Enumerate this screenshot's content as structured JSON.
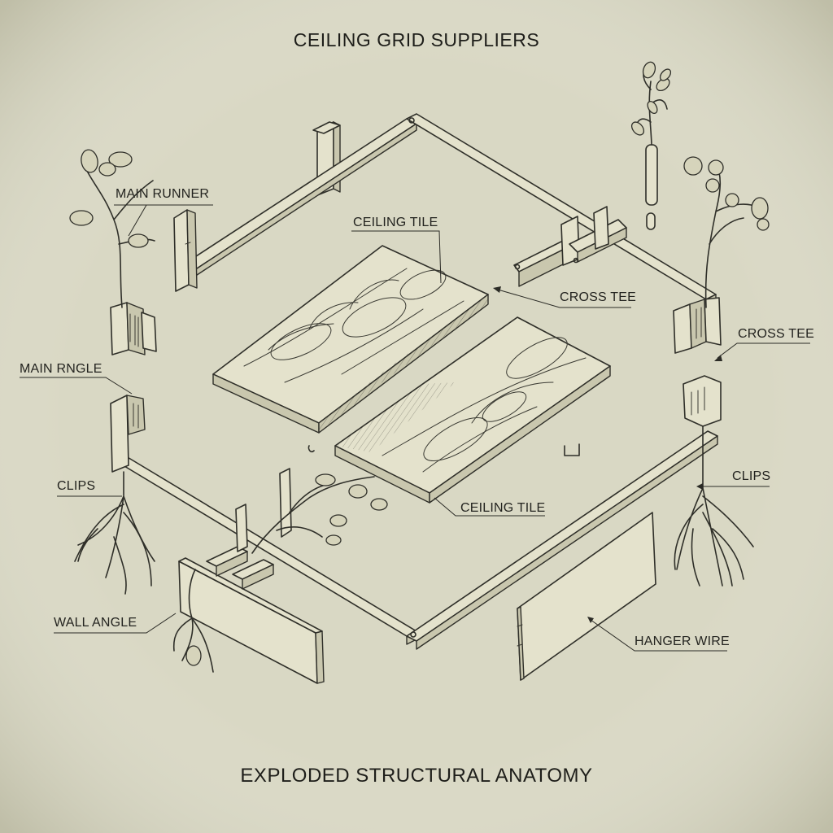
{
  "title": "CEILING GRID SUPPLIERS",
  "subtitle": "EXPLODED STRUCTURAL ANATOMY",
  "labels": {
    "main_runner": "MAIN RUNNER",
    "ceiling_tile_top": "CEILING TILE",
    "cross_tee_upper": "CROSS TEE",
    "cross_tee_right": "CROSS TEE",
    "main_angle": "MAIN RNGLE",
    "clips_left": "CLIPS",
    "clips_right": "CLIPS",
    "ceiling_tile_bottom": "CEILING TILE",
    "wall_angle": "WALL ANGLE",
    "hanger_wire": "HANGER WIRE"
  },
  "colors": {
    "paper": "#d9d8c4",
    "ink": "#2f2f29"
  }
}
